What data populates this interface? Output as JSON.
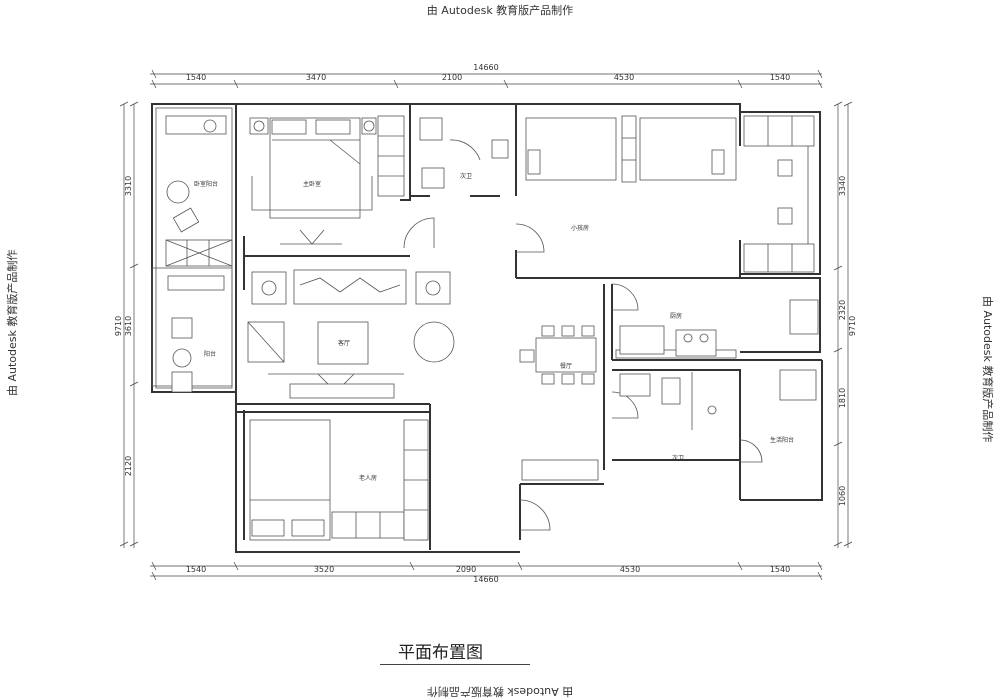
{
  "watermark": "由 Autodesk 教育版产品制作",
  "title": "平面布置图",
  "dimensions": {
    "top": [
      "1540",
      "3470",
      "2100",
      "4530",
      "1540"
    ],
    "top_total": "14660",
    "bottom": [
      "1540",
      "3520",
      "2090",
      "4530",
      "1540"
    ],
    "bottom_total": "14660",
    "left": [
      "3310",
      "3610",
      "2120"
    ],
    "left_total": "9710",
    "right": [
      "3340",
      "2320",
      "1810",
      "1060"
    ],
    "right_total": "9710"
  },
  "rooms": {
    "master_bedroom": "主卧室",
    "master_balcony": "卧室阳台",
    "second_bath": "次卫",
    "kids_room": "小孩房",
    "kitchen": "厨房",
    "balcony": "阳台",
    "living_room": "客厅",
    "dining_room": "餐厅",
    "elderly_room": "老人房",
    "bathroom2": "次卫",
    "service_balcony": "生活阳台"
  }
}
